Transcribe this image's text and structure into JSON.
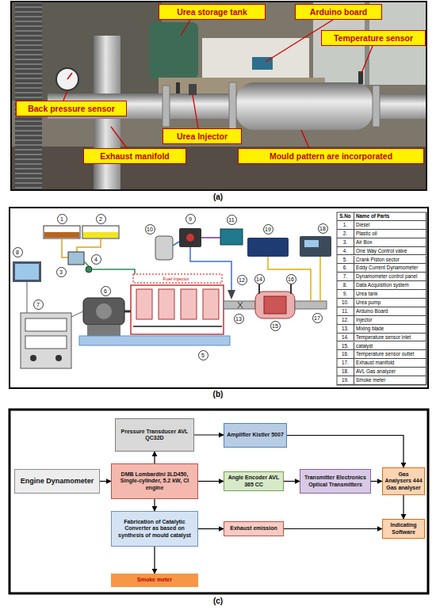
{
  "diagram": {
    "nodes": [
      {
        "text": [
          "Urea storage tank"
        ]
      },
      {
        "text": [
          "Arduino board"
        ]
      },
      {
        "text": [
          "Temperature sensor"
        ]
      },
      {
        "text": [
          "Back pressure sensor"
        ]
      },
      {
        "text": [
          "Urea Injector"
        ]
      },
      {
        "text": [
          "Exhaust manifold"
        ]
      },
      {
        "text": [
          "Mould pattern are incorporated"
        ]
      },
      {
        "text": [
          "Engine Dynamometer"
        ]
      },
      {
        "text": [
          "Pressure Transducer AVL QC32D"
        ]
      },
      {
        "text": [
          "DMB Lombardini 3LD450, Single-cylinder, 5.2 kW, CI engine"
        ]
      },
      {
        "text": [
          "Fabrication of Catalytic Converter as based on synthesis of mould catalyst"
        ]
      },
      {
        "text": [
          "Smoke meter"
        ]
      },
      {
        "text": [
          "Amplifier Kistler 5007"
        ]
      },
      {
        "text": [
          "Angle Encoder AVL 365 CC"
        ]
      },
      {
        "text": [
          "Exhaust emission"
        ]
      },
      {
        "text": [
          "Transmitter Electronics Optical Transmitters"
        ]
      },
      {
        "text": [
          "Gas Analysers 444 Gas analyser"
        ]
      },
      {
        "text": [
          "Indicating Software"
        ]
      }
    ],
    "edges": [
      {
        "from": 7,
        "to": 9,
        "arrow": "to"
      },
      {
        "from": 9,
        "to": 8,
        "arrow": "to"
      },
      {
        "from": 8,
        "to": 12,
        "arrow": "to"
      },
      {
        "from": 12,
        "to": 16,
        "arrow": "to"
      },
      {
        "from": 9,
        "to": 13,
        "arrow": "to"
      },
      {
        "from": 13,
        "to": 15,
        "arrow": "to"
      },
      {
        "from": 15,
        "to": 16,
        "arrow": "to"
      },
      {
        "from": 9,
        "to": 10,
        "arrow": "to"
      },
      {
        "from": 10,
        "to": 14,
        "arrow": "to"
      },
      {
        "from": 14,
        "to": 17,
        "arrow": "to"
      },
      {
        "from": 16,
        "to": 17,
        "arrow": "to"
      },
      {
        "from": 10,
        "to": 11,
        "arrow": "to"
      }
    ],
    "labels": [
      "(a)",
      "1",
      "2",
      "3",
      "4",
      "5",
      "6",
      "7",
      "8",
      "9",
      "10",
      "11",
      "12",
      "13",
      "14",
      "15",
      "16",
      "17",
      "18",
      "19",
      "Fuel Injector",
      "S.No",
      "Name of Parts",
      "1.",
      "Diesel",
      "2.",
      "Plastic oil",
      "3.",
      "Air Box",
      "4.",
      "One Way Control valve",
      "5.",
      "Crank Piston sector",
      "6.",
      "Eddy Current Dynamometer",
      "7.",
      "Dynamometer control panel",
      "8.",
      "Data Acquisition system",
      "9.",
      "Urea tank",
      "10.",
      "Urea pump",
      "11.",
      "Arduino Board",
      "12.",
      "Injector",
      "13.",
      "Mixing blade",
      "14.",
      "Temperature sensor inlet",
      "15.",
      "catalyst",
      "16.",
      "Temperature sensor outlet",
      "17.",
      "Exhaust manifold",
      "18.",
      "AVL Gas analyzer",
      "19.",
      "Smoke meter",
      "(b)",
      "(c)"
    ]
  }
}
